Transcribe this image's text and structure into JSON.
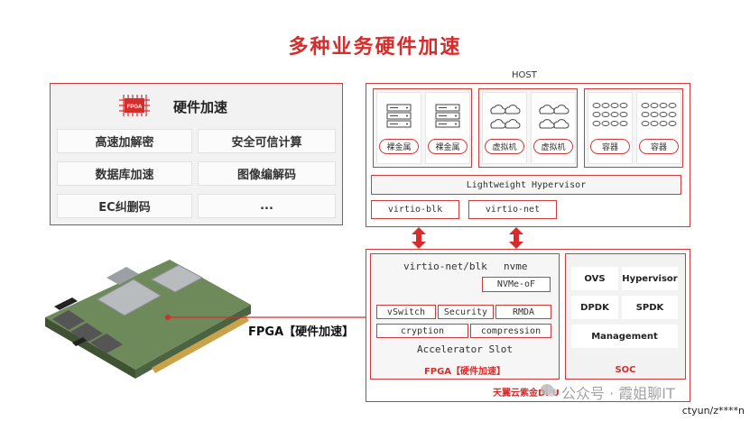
{
  "title": "多种业务硬件加速",
  "hw_panel": {
    "header": "硬件加速",
    "chip_label": "FPGA",
    "items": [
      "高速加解密",
      "安全可信计算",
      "数据库加速",
      "图像编解码",
      "EC纠删码",
      "..."
    ]
  },
  "host": {
    "label": "HOST",
    "groups": [
      {
        "icon": "server-icon",
        "items": [
          "裸金属",
          "裸金属"
        ]
      },
      {
        "icon": "vm-icon",
        "items": [
          "虚拟机",
          "虚拟机"
        ]
      },
      {
        "icon": "container-icon",
        "items": [
          "容器",
          "容器"
        ]
      }
    ],
    "hypervisor": "Lightweight Hypervisor",
    "drivers": [
      "virtio-blk",
      "virtio-net"
    ]
  },
  "dpu": {
    "fpga": {
      "virtio_label": "virtio-net/blk",
      "nvme_label": "nvme",
      "nvmeof_label": "NVMe-oF",
      "modules_row1": [
        "vSwitch",
        "Security",
        "RMDA"
      ],
      "modules_row2": [
        "cryption",
        "compression"
      ],
      "slot_label": "Accelerator Slot",
      "footer": "FPGA【硬件加速】"
    },
    "soc": {
      "items": [
        "OVS",
        "Hypervisor",
        "DPDK",
        "SPDK"
      ],
      "management": "Management",
      "footer": "SOC"
    },
    "brand": "天翼云紫金DPU"
  },
  "card_label": "FPGA【硬件加速】",
  "watermark": "公众号 · 霞姐聊IT",
  "footer_credit": "ctyun/z****n",
  "colors": {
    "accent": "#d62c2c",
    "panel_bg": "#f2f2f2"
  }
}
